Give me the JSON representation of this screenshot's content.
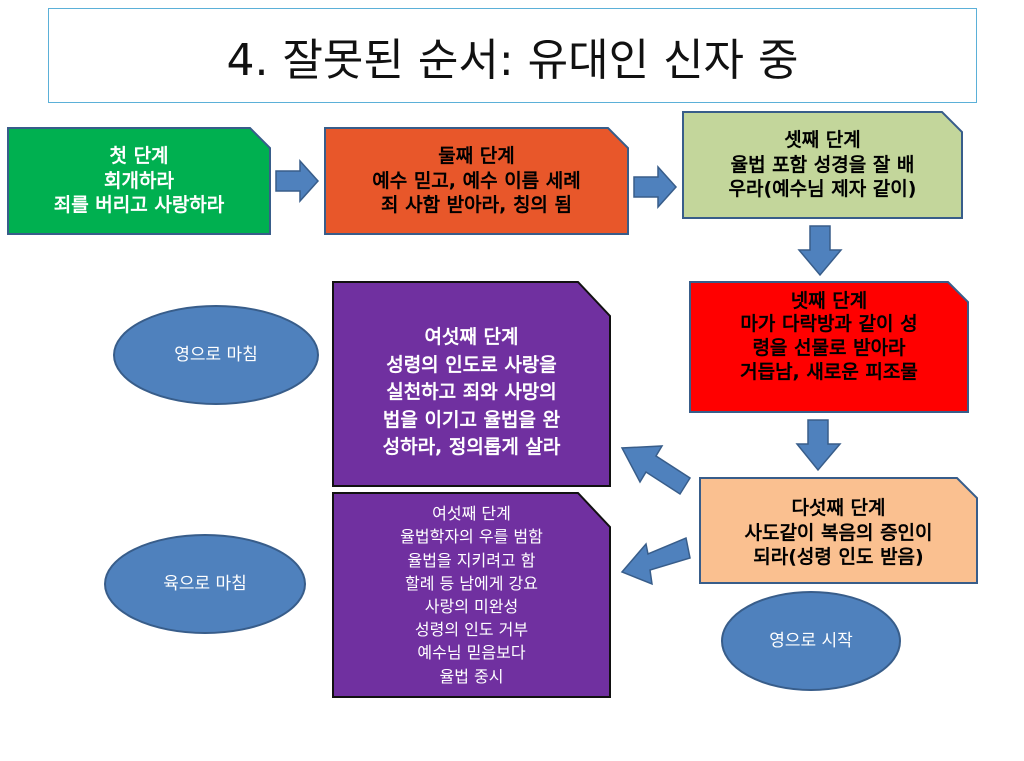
{
  "title": "4. 잘못된 순서: 유대인 신자 중",
  "colors": {
    "green": "#00b050",
    "orange": "#e8572a",
    "light_green": "#c3d69b",
    "red": "#ff0000",
    "peach": "#fac090",
    "purple": "#7030a0",
    "ellipse": "#4f81bd",
    "arrow": "#4f81bd"
  },
  "steps": [
    {
      "lines": [
        "첫 단계",
        "회개하라",
        "죄를 버리고 사랑하라"
      ]
    },
    {
      "lines": [
        "둘째 단계",
        "예수 믿고, 예수 이름 세례",
        "죄 사함 받아라, 칭의 됨"
      ]
    },
    {
      "lines": [
        "셋째 단계",
        "율법 포함 성경을 잘 배",
        "우라(예수님 제자 같이)"
      ]
    },
    {
      "lines": [
        "넷째 단계",
        "마가 다락방과 같이 성",
        "령을 선물로 받아라",
        "거듭남, 새로운 피조물"
      ]
    },
    {
      "lines": [
        "다섯째 단계",
        "사도같이 복음의 증인이",
        "되라(성령 인도 받음)"
      ]
    },
    {
      "lines": [
        "여섯째 단계",
        "성령의 인도로 사랑을",
        "실천하고 죄와 사망의",
        "법을 이기고 율법을 완",
        "성하라, 정의롭게 살라"
      ]
    },
    {
      "lines": [
        "여섯째 단계",
        "율법학자의 우를 범함",
        "율법을 지키려고 함",
        "할례 등 남에게 강요",
        "사랑의 미완성",
        "성령의 인도 거부",
        "예수님 믿음보다",
        "율법 중시"
      ]
    }
  ],
  "ellipses": {
    "start": "영으로 시작",
    "end_spirit": "영으로 마침",
    "end_flesh": "육으로 마침"
  }
}
